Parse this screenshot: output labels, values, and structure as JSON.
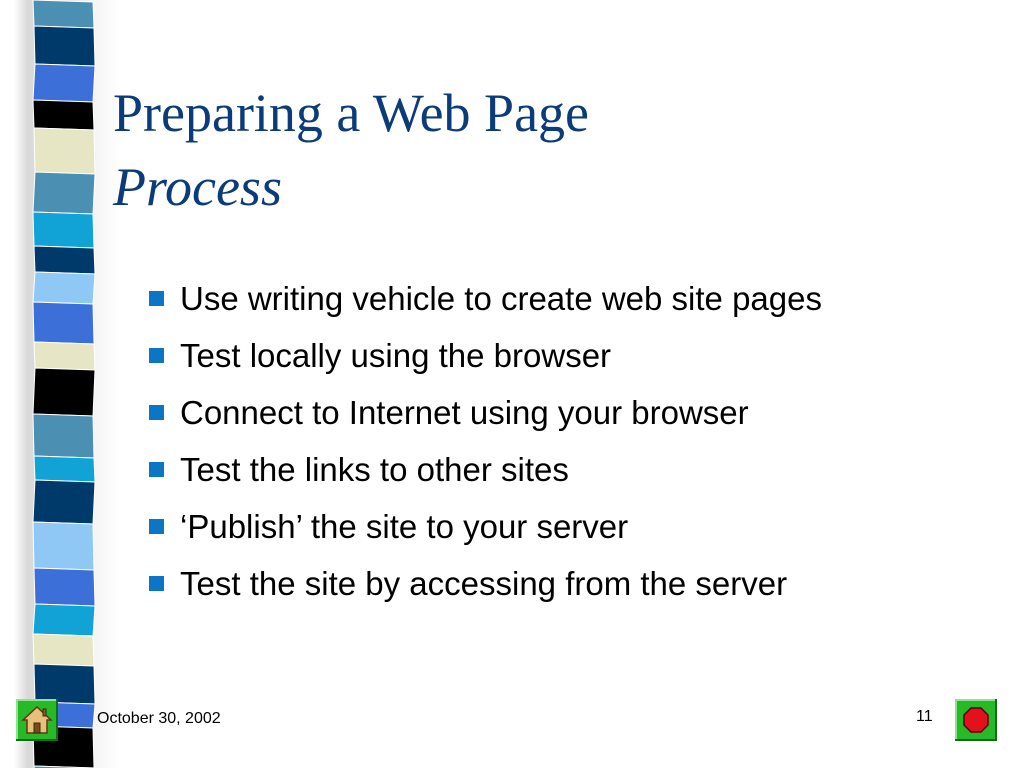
{
  "slide": {
    "title": "Preparing a Web Page",
    "subtitle": "Process",
    "bullets": [
      "Use writing vehicle to create web site pages",
      "Test locally using the browser",
      "Connect to Internet using your browser",
      "Test the links to other sites",
      "‘Publish’ the site to your server",
      "Test the site by accessing from the server"
    ]
  },
  "footer": {
    "date": "October 30, 2002",
    "page_number": "11",
    "home_icon": "home-icon",
    "end_icon": "stop-octagon-icon"
  },
  "colors": {
    "title": "#0b3b78",
    "bullet": "#0d76c4",
    "nav_button": "#28b928",
    "stop_sign": "#e3111b"
  }
}
